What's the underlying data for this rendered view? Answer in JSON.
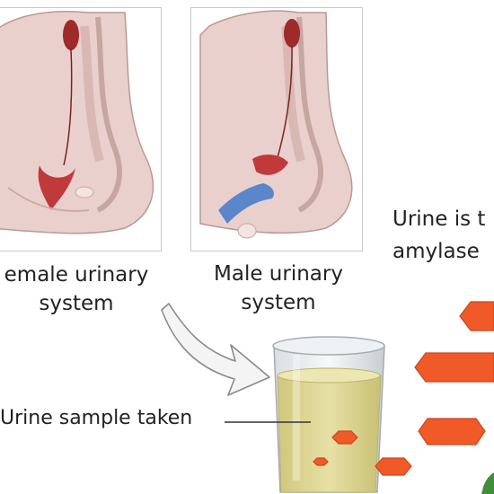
{
  "panels": {
    "female": {
      "caption_line1": "emale urinary",
      "caption_line2": "system"
    },
    "male": {
      "caption_line1": "Male urinary",
      "caption_line2": "system"
    }
  },
  "note": {
    "line1": "Urine is t",
    "line2": "amylase"
  },
  "sample_label": "Urine sample taken",
  "colors": {
    "kidney": "#9e2a2a",
    "bladder": "#c0393b",
    "tissue": "#e6c9c6",
    "urine": "#d8d28a",
    "enzyme": "#f05a28",
    "male_tract": "#5b86c9"
  }
}
